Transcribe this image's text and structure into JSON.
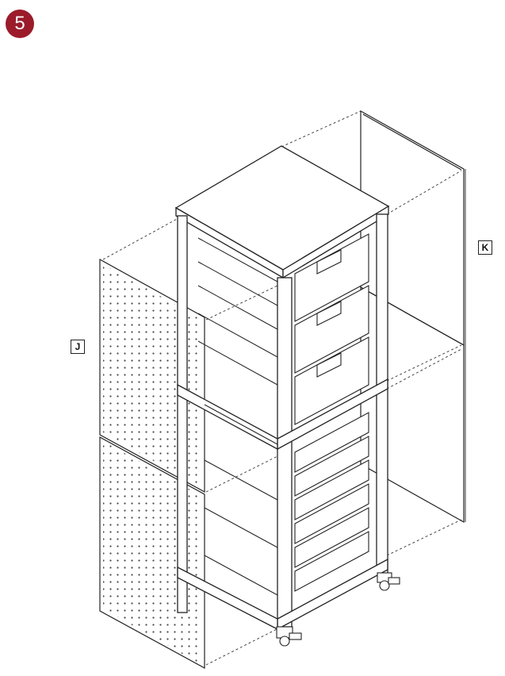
{
  "step": {
    "number": "5",
    "color": "#9b1b2a"
  },
  "callouts": {
    "j": "J",
    "k": "K"
  },
  "figure": {
    "description_icon": "assembly-diagram",
    "line_color": "#222222"
  }
}
